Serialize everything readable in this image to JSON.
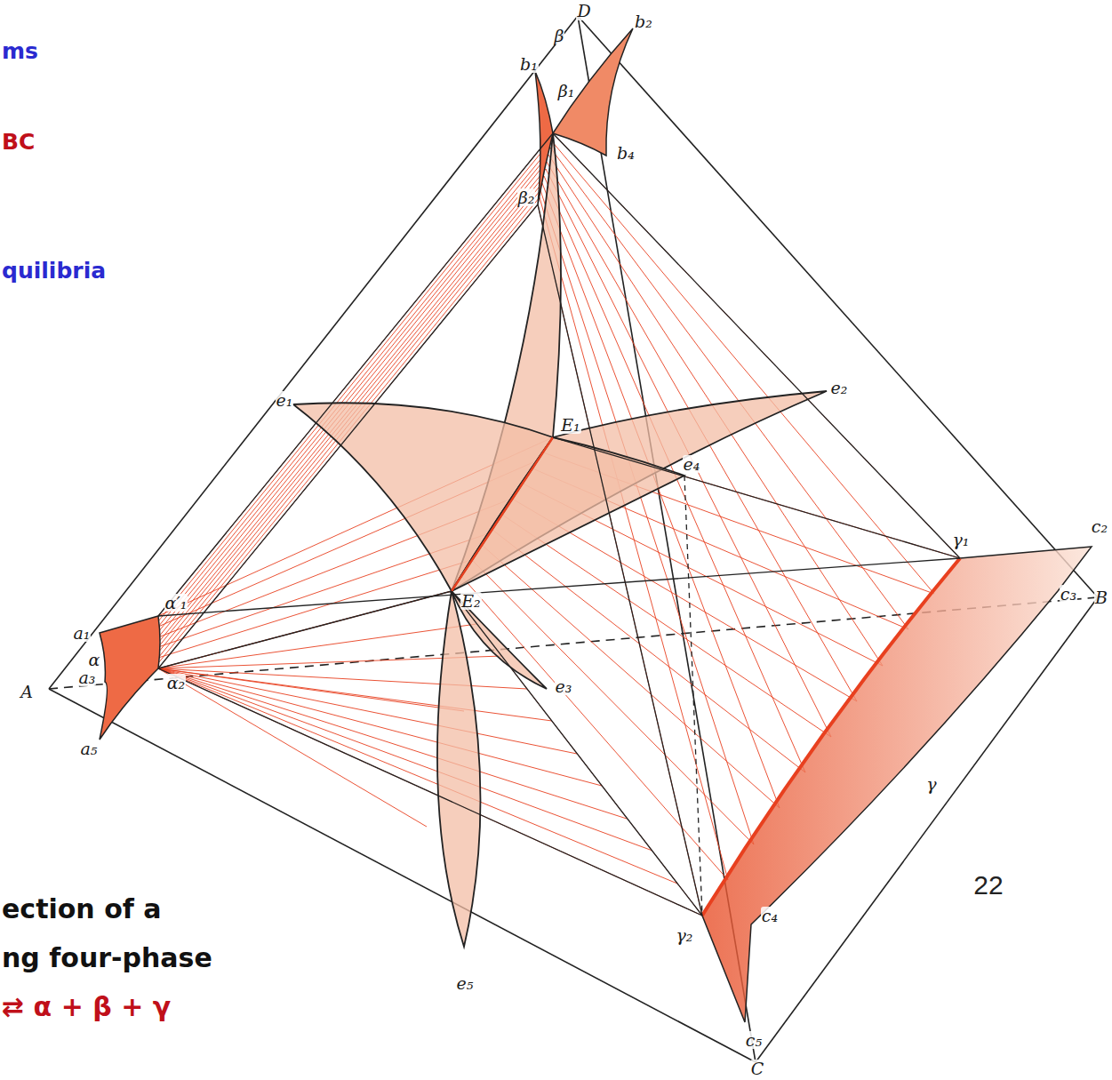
{
  "diagram": {
    "labels": [
      "ms",
      "BC",
      "quilibria",
      "D",
      "β",
      "b₁",
      "b₂",
      "β₁",
      "b₄",
      "β₂",
      "e₂",
      "e₁",
      "E₁",
      "e₄",
      "γ₁",
      "c₂",
      "B",
      "c₃",
      "E₂",
      "a₁",
      "α′₁",
      "e₃",
      "α",
      "a₃",
      "α₂",
      "A",
      "a₅",
      "γ",
      "e₅",
      "γ₂",
      "c₄",
      "22",
      "c₅",
      "C",
      "ection of a",
      "ng four-phase",
      "⇄ α + β + γ"
    ]
  }
}
